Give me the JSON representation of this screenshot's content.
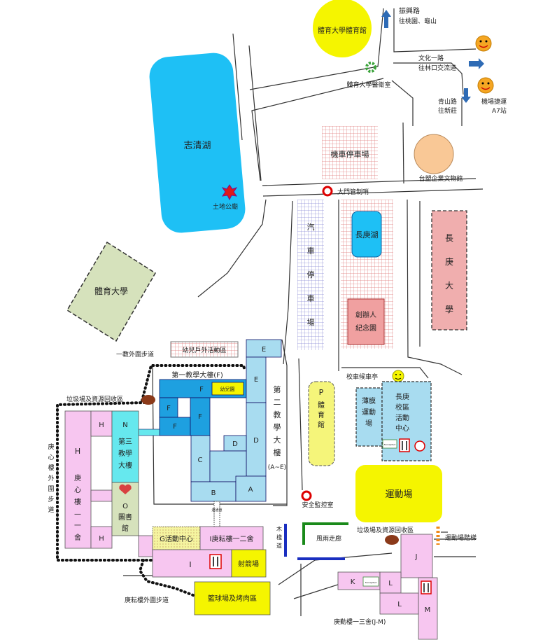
{
  "labels": {
    "gym": "體育大學體育館",
    "zhenxing_road": "振興路",
    "zhenxing_dir": "往桃園、龜山",
    "wenhua_road": "文化一路",
    "wenhua_dir": "往林口交流道",
    "clinic": "體育大學醫衛室",
    "qingshan_road": "青山路",
    "qingshan_dir": "往新莊",
    "mrt": "機場捷運",
    "mrt_station": "A7站",
    "lake": "志清湖",
    "temple": "土地公廟",
    "moto_parking": "機車停車場",
    "museum": "台塑企業文物館",
    "gate": "大門管制哨",
    "car_parking": "汽車停車場",
    "changgeng_lake": "長庚湖",
    "founder": "創辦人紀念園",
    "cgu": "長庚大學",
    "ntsu": "體育大學",
    "kindergarten_outdoor": "幼兒戶外活動區",
    "trail_1": "一教外圍步道",
    "teach1": "第一教學大樓(F)",
    "kindergarten": "幼兒園",
    "recycle_1": "垃圾場及資源回收區",
    "teach2": "第二教學大樓",
    "teach2_range": "(A~E)",
    "teach3": "第三教學大樓",
    "library": "圖書館",
    "gengxin": "庚心樓一一舍",
    "gengxin_trail": "庚心樓外圍步道",
    "bus_stop": "校車候車亭",
    "gym_p": "體育館",
    "membrane": "薄膜運動場",
    "activity_center": "長庚校區活動中心",
    "stadium": "運動場",
    "security": "安全監控室",
    "wood_walk": "木棧道",
    "corridor": "風雨走廊",
    "recycle_2": "垃圾場及資源回收區",
    "sports_stairs": "運動場階梯",
    "g_center": "G活動中心",
    "i_dorm": "I庚耘樓一二舍",
    "archery": "射箭場",
    "basketball": "籃球場及烤肉區",
    "gengyun_trail": "庚耘樓外圍步道",
    "gengqin": "庚勤樓一三舍(J-M)",
    "link_walk": "連通道",
    "familymart": "FamilyMart"
  },
  "building_letters": {
    "A": "A",
    "B": "B",
    "C": "C",
    "D1": "D",
    "D2": "D",
    "E1": "E",
    "E2": "E",
    "F1": "F",
    "F2": "F",
    "F3": "F",
    "F4": "F",
    "H1": "H",
    "H2": "H",
    "H3": "H",
    "N": "N",
    "O": "O",
    "P": "P",
    "I": "I",
    "J": "J",
    "K": "K",
    "L1": "L",
    "L2": "L",
    "M": "M"
  },
  "colors": {
    "water": "#1ec0f5",
    "pink_bldg": "#f7c6f0",
    "blue_bldg": "#1ea0e0",
    "light_blue_bldg": "#a8dcf0",
    "cyan_bldg": "#66e8ee",
    "yellow": "#f5f500",
    "green_area": "#d6e2bc",
    "cgu_red": "#f0aeae",
    "orange_circle": "#f9c896"
  }
}
